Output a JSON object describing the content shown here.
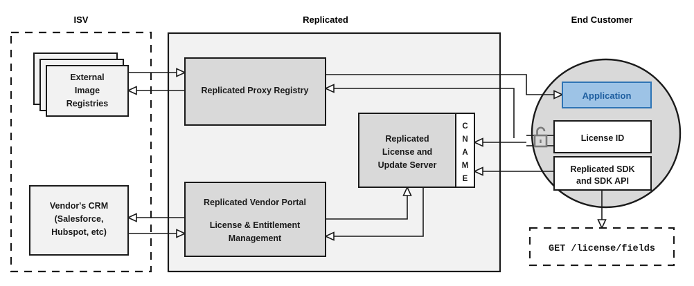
{
  "diagram": {
    "title_zones": {
      "isv": "ISV",
      "replicated": "Replicated",
      "end_customer": "End Customer"
    },
    "isv": {
      "external_registries": {
        "line1": "External",
        "line2": "Image",
        "line3": "Registries"
      },
      "vendor_crm": {
        "line1": "Vendor's CRM",
        "line2": "(Salesforce,",
        "line3": "Hubspot, etc)"
      }
    },
    "replicated": {
      "proxy_registry": "Replicated Proxy Registry",
      "license_update_server": {
        "line1": "Replicated",
        "line2": "License and",
        "line3": "Update Server"
      },
      "cname": {
        "letters": [
          "C",
          "N",
          "A",
          "M",
          "E"
        ],
        "text": "CNAME"
      },
      "vendor_portal": {
        "line1": "Replicated Vendor Portal",
        "line2": "License & Entitlement",
        "line3": "Management"
      }
    },
    "end_customer": {
      "application": "Application",
      "license_id": "License ID",
      "sdk": {
        "line1": "Replicated SDK",
        "line2": "and SDK API"
      },
      "api_call": "GET /license/fields",
      "lock_icon": "unlocked-padlock-icon"
    },
    "colors": {
      "zone_fill": "#f2f2f2",
      "component_fill": "#d9d9d9",
      "white_fill": "#ffffff",
      "application_fill": "#9dc3e6",
      "application_stroke": "#2e74b5",
      "application_text": "#1f5fa0",
      "circle_fill": "#d9d9d9",
      "stroke": "#1a1a1a",
      "lock_stroke": "#7a7a7a"
    }
  }
}
